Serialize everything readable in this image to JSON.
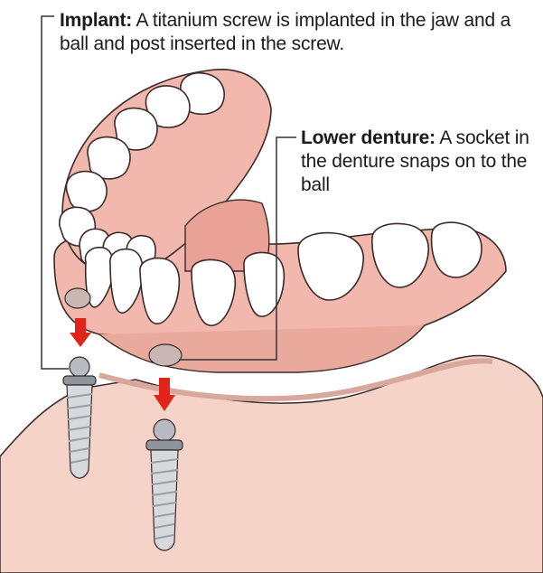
{
  "labels": {
    "implant": {
      "title": "Implant:",
      "text": "A titanium screw  is implanted in the jaw and a ball and post inserted in the screw."
    },
    "lower_denture": {
      "title": "Lower denture:",
      "text": "A socket in the denture snaps on to the ball"
    }
  },
  "colors": {
    "gum": "#f2b8ad",
    "gum_shadow": "#d98f84",
    "jaw_skin": "#f6d3c9",
    "tooth": "#ffffff",
    "outline": "#3a2a28",
    "arrow": "#e2231a",
    "metal": "#b8bcc2",
    "leader_line": "#333333"
  },
  "icons": [
    "down-arrow-icon",
    "ball-abutment-icon",
    "titanium-screw-icon"
  ]
}
